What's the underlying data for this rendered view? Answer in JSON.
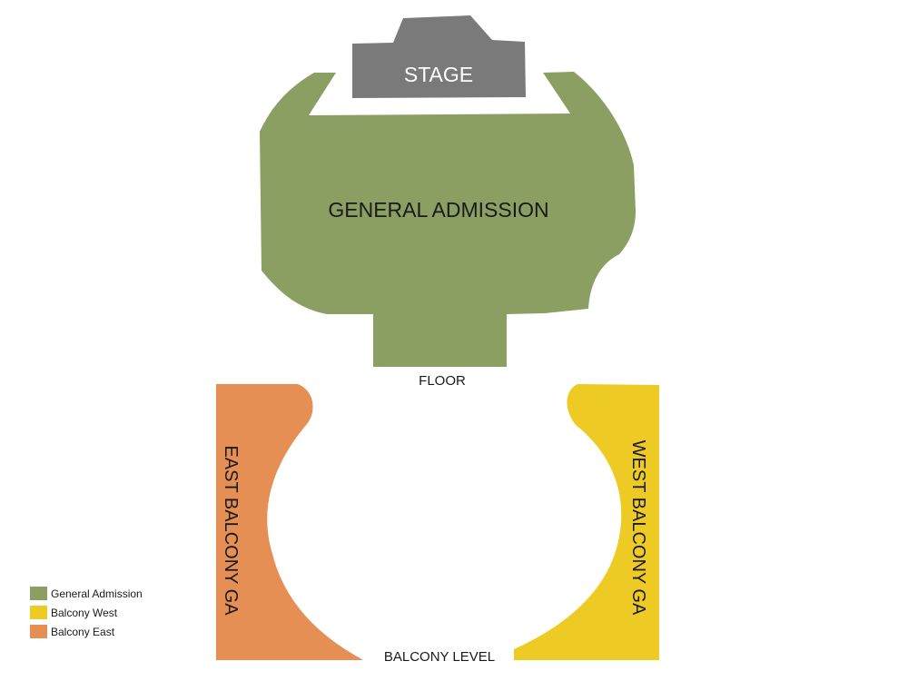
{
  "sections": {
    "stage": {
      "label": "STAGE",
      "color": "#7a7a7a"
    },
    "general_admission": {
      "label": "GENERAL ADMISSION",
      "color": "#8c9f63"
    },
    "east_balcony": {
      "label": "EAST BALCONY GA",
      "color": "#e58f55"
    },
    "west_balcony": {
      "label": "WEST BALCONY GA",
      "color": "#eecb24"
    }
  },
  "level_labels": {
    "floor": "FLOOR",
    "balcony": "BALCONY LEVEL"
  },
  "legend": {
    "items": [
      {
        "label": "General Admission",
        "color": "#8c9f63"
      },
      {
        "label": "Balcony West",
        "color": "#eecb24"
      },
      {
        "label": "Balcony East",
        "color": "#e58f55"
      }
    ]
  }
}
